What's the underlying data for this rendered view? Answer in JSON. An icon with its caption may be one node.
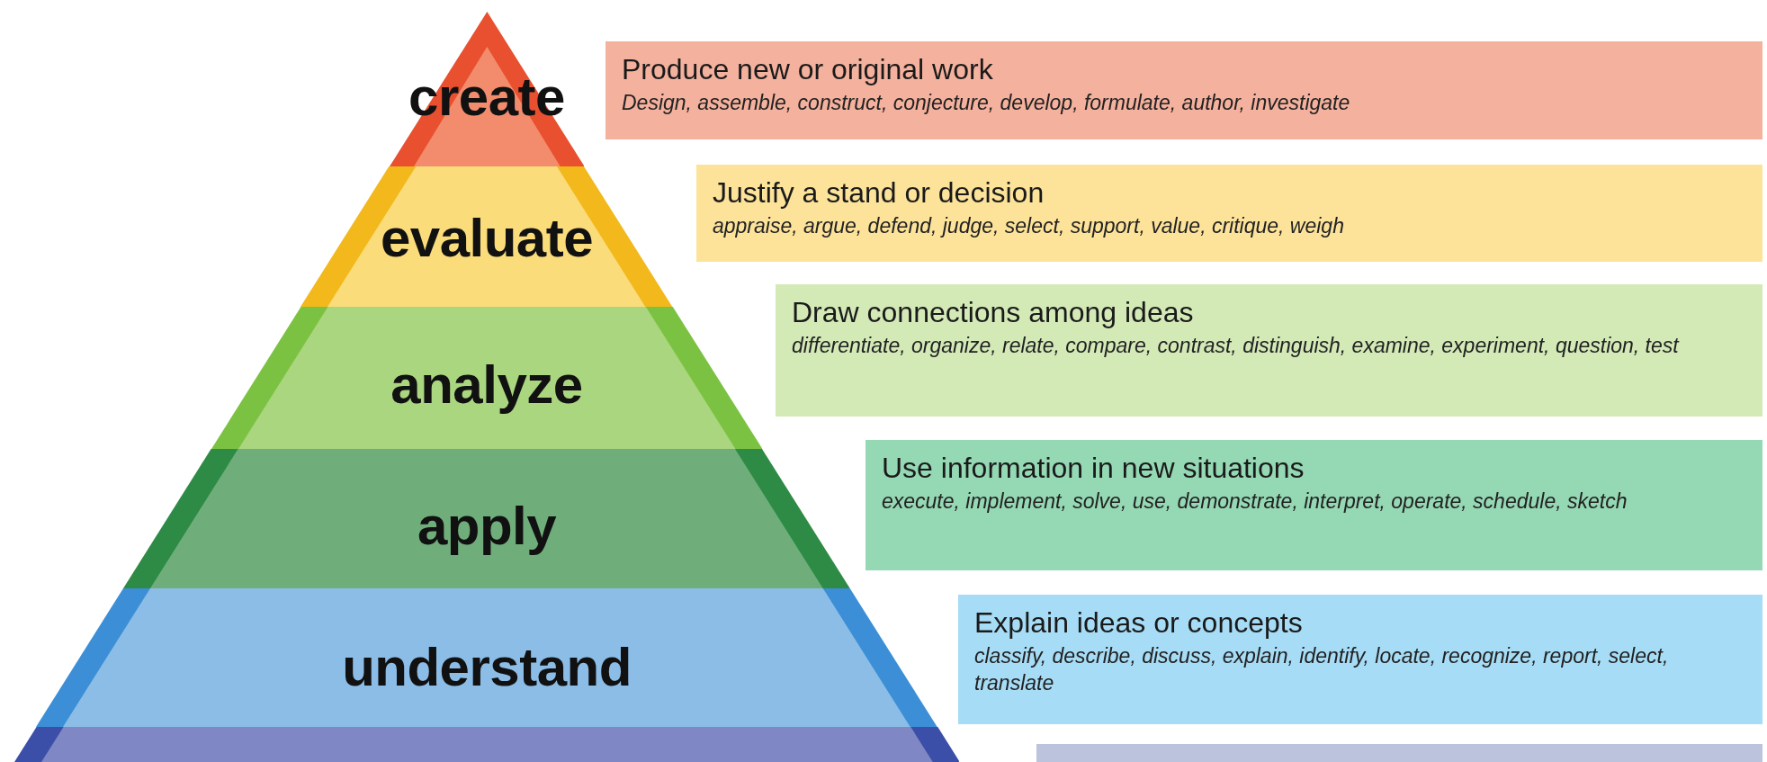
{
  "diagram": {
    "nodes": [
      {
        "text": [
          "create"
        ]
      },
      {
        "text": [
          "Produce new or original work",
          "Design, assemble, construct, conjecture, develop, formulate, author, investigate"
        ]
      },
      {
        "text": [
          "evaluate"
        ]
      },
      {
        "text": [
          "Justify a stand or decision",
          "appraise, argue, defend, judge, select, support, value, critique, weigh"
        ]
      },
      {
        "text": [
          "analyze"
        ]
      },
      {
        "text": [
          "Draw connections among ideas",
          "differentiate, organize, relate, compare, contrast, distinguish, examine, experiment, question, test"
        ]
      },
      {
        "text": [
          "apply"
        ]
      },
      {
        "text": [
          "Use information in new situations",
          "execute, implement, solve, use, demonstrate, interpret, operate, schedule, sketch"
        ]
      },
      {
        "text": [
          "understand"
        ]
      },
      {
        "text": [
          "Explain ideas or concepts",
          "classify, describe, discuss, explain, identify, locate, recognize, report, select, translate"
        ]
      },
      {
        "text": [],
        "shape": "band"
      },
      {
        "text": [],
        "shape": "box"
      }
    ],
    "edges": []
  }
}
